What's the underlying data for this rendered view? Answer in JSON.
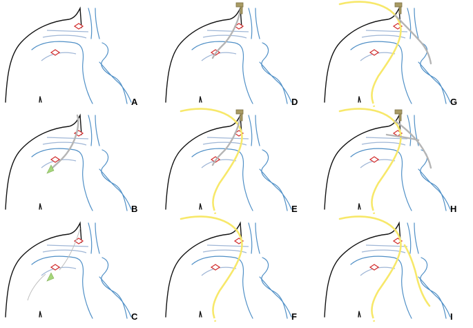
{
  "panels": [
    {
      "label": "A",
      "yellow": false,
      "needle": false,
      "hub": false,
      "catheter": "none"
    },
    {
      "label": "B",
      "yellow": false,
      "needle": true,
      "hub": false,
      "catheter": "short"
    },
    {
      "label": "C",
      "yellow": false,
      "needle": true,
      "hub": false,
      "catheter": "thin"
    },
    {
      "label": "D",
      "yellow": false,
      "needle": false,
      "hub": true,
      "catheter": "long"
    },
    {
      "label": "E",
      "yellow": true,
      "needle": false,
      "hub": true,
      "catheter": "long"
    },
    {
      "label": "F",
      "yellow": true,
      "needle": false,
      "hub": false,
      "catheter": "none"
    },
    {
      "label": "G",
      "yellow": true,
      "needle": false,
      "hub": true,
      "catheter": "sheath"
    },
    {
      "label": "H",
      "yellow": true,
      "needle": false,
      "hub": true,
      "catheter": "double"
    },
    {
      "label": "I",
      "yellow": true,
      "needle": false,
      "hub": false,
      "catheter": "final"
    }
  ],
  "colors": {
    "vessel": "#4f8fc6",
    "guidewire": "#f7e86a",
    "catheter": "#b5b5b5",
    "landmark": "#d23030",
    "hub": "#a89a63",
    "needle": "#a5d67a"
  }
}
